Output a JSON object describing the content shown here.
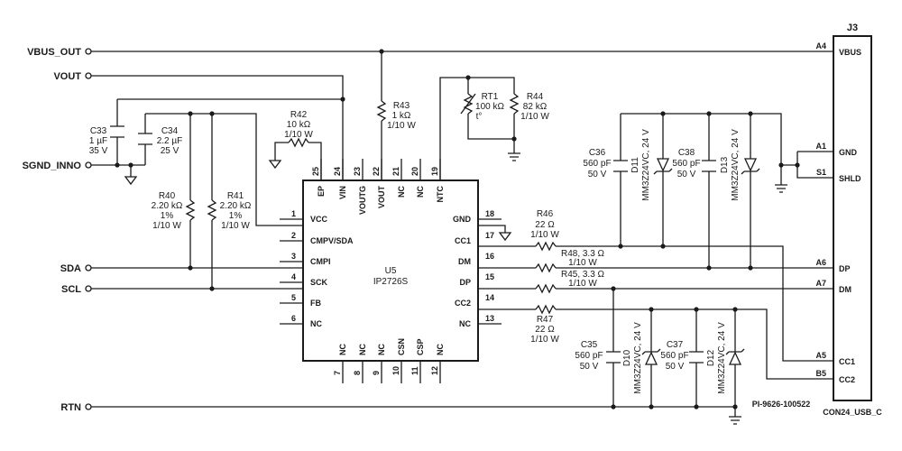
{
  "nets": {
    "vbus_out": "VBUS_OUT",
    "vout": "VOUT",
    "sgnd_inno": "SGND_INNO",
    "sda": "SDA",
    "scl": "SCL",
    "rtn": "RTN"
  },
  "ic": {
    "ref": "U5",
    "part": "IP2726S",
    "left_pins": [
      {
        "num": "1",
        "name": "VCC"
      },
      {
        "num": "2",
        "name": "CMPV/SDA"
      },
      {
        "num": "3",
        "name": "CMPI"
      },
      {
        "num": "4",
        "name": "SCK"
      },
      {
        "num": "5",
        "name": "FB"
      },
      {
        "num": "6",
        "name": "NC"
      }
    ],
    "right_pins": [
      {
        "num": "18",
        "name": "GND"
      },
      {
        "num": "17",
        "name": "CC1"
      },
      {
        "num": "16",
        "name": "DM"
      },
      {
        "num": "15",
        "name": "DP"
      },
      {
        "num": "14",
        "name": "CC2"
      },
      {
        "num": "13",
        "name": "NC"
      }
    ],
    "top_pins": [
      {
        "num": "25",
        "name": "EP"
      },
      {
        "num": "24",
        "name": "VIN"
      },
      {
        "num": "23",
        "name": "VOUTG"
      },
      {
        "num": "22",
        "name": "VOUT"
      },
      {
        "num": "21",
        "name": "NC"
      },
      {
        "num": "20",
        "name": "NC"
      },
      {
        "num": "19",
        "name": "NTC"
      }
    ],
    "bottom_pins": [
      {
        "num": "7",
        "name": "NC"
      },
      {
        "num": "8",
        "name": "NC"
      },
      {
        "num": "9",
        "name": "NC"
      },
      {
        "num": "10",
        "name": "CSN"
      },
      {
        "num": "11",
        "name": "CSP"
      },
      {
        "num": "12",
        "name": "NC"
      }
    ]
  },
  "connector": {
    "ref": "J3",
    "part": "CON24_USB_C",
    "pins": [
      {
        "num": "A4",
        "name": "VBUS"
      },
      {
        "num": "A1",
        "name": "GND"
      },
      {
        "num": "S1",
        "name": "SHLD"
      },
      {
        "num": "A6",
        "name": "DP"
      },
      {
        "num": "A7",
        "name": "DM"
      },
      {
        "num": "A5",
        "name": "CC1"
      },
      {
        "num": "B5",
        "name": "CC2"
      }
    ]
  },
  "components": {
    "c33": {
      "ref": "C33",
      "v1": "1 µF",
      "v2": "35 V"
    },
    "c34": {
      "ref": "C34",
      "v1": "2.2 µF",
      "v2": "25 V"
    },
    "r40": {
      "ref": "R40",
      "v1": "2.20 kΩ",
      "v2": "1%",
      "v3": "1/10 W"
    },
    "r41": {
      "ref": "R41",
      "v1": "2.20 kΩ",
      "v2": "1%",
      "v3": "1/10 W"
    },
    "r42": {
      "ref": "R42",
      "v1": "10 kΩ",
      "v2": "1/10 W"
    },
    "r43": {
      "ref": "R43",
      "v1": "1 kΩ",
      "v2": "1/10 W"
    },
    "rt1": {
      "ref": "RT1",
      "v1": "100 kΩ",
      "v2": "t°"
    },
    "r44": {
      "ref": "R44",
      "v1": "82 kΩ",
      "v2": "1/10 W"
    },
    "r46": {
      "ref": "R46",
      "v1": "22 Ω",
      "v2": "1/10 W"
    },
    "r48": {
      "line1": "R48, 3.3 Ω",
      "line2": "1/10 W"
    },
    "r45": {
      "line1": "R45, 3.3 Ω",
      "line2": "1/10 W"
    },
    "r47": {
      "ref": "R47",
      "v1": "22 Ω",
      "v2": "1/10 W"
    },
    "c36": {
      "ref": "C36",
      "v1": "560 pF",
      "v2": "50 V"
    },
    "c38": {
      "ref": "C38",
      "v1": "560 pF",
      "v2": "50 V"
    },
    "c35": {
      "ref": "C35",
      "v1": "560 pF",
      "v2": "50 V"
    },
    "c37": {
      "ref": "C37",
      "v1": "560 pF",
      "v2": "50 V"
    },
    "d11": {
      "ref": "D11",
      "part": "MM3Z24VC, 24 V"
    },
    "d13": {
      "ref": "D13",
      "part": "MM3Z24VC, 24 V"
    },
    "d10": {
      "ref": "D10",
      "part": "MM3Z24VC, 24 V"
    },
    "d12": {
      "ref": "D12",
      "part": "MM3Z24VC, 24 V"
    }
  },
  "drawing_id": "PI-9626-100522"
}
